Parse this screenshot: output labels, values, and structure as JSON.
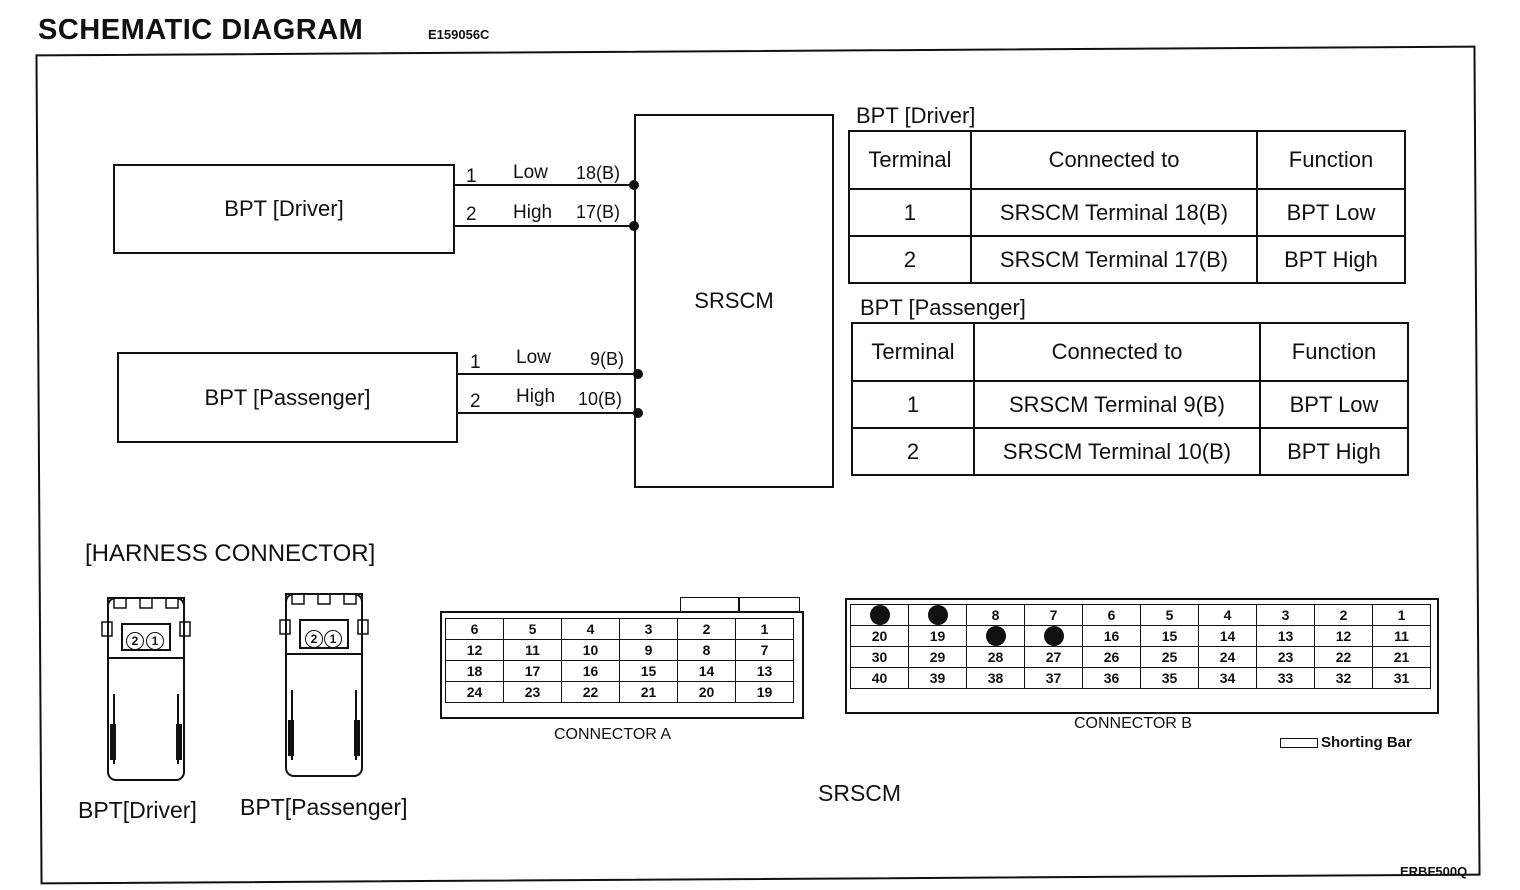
{
  "header": {
    "title": "SCHEMATIC DIAGRAM",
    "code": "E159056C"
  },
  "schematic": {
    "srscm_label": "SRSCM",
    "driver": {
      "label": "BPT [Driver]",
      "wires": [
        {
          "pin": "1",
          "signal": "Low",
          "terminal": "18(B)"
        },
        {
          "pin": "2",
          "signal": "High",
          "terminal": "17(B)"
        }
      ]
    },
    "passenger": {
      "label": "BPT [Passenger]",
      "wires": [
        {
          "pin": "1",
          "signal": "Low",
          "terminal": "9(B)"
        },
        {
          "pin": "2",
          "signal": "High",
          "terminal": "10(B)"
        }
      ]
    }
  },
  "tables": {
    "driver": {
      "title": "BPT [Driver]",
      "headers": [
        "Terminal",
        "Connected to",
        "Function"
      ],
      "rows": [
        [
          "1",
          "SRSCM Terminal 18(B)",
          "BPT Low"
        ],
        [
          "2",
          "SRSCM Terminal 17(B)",
          "BPT High"
        ]
      ]
    },
    "passenger": {
      "title": "BPT [Passenger]",
      "headers": [
        "Terminal",
        "Connected to",
        "Function"
      ],
      "rows": [
        [
          "1",
          "SRSCM Terminal 9(B)",
          "BPT Low"
        ],
        [
          "2",
          "SRSCM Terminal 10(B)",
          "BPT High"
        ]
      ]
    }
  },
  "harness": {
    "title": "[HARNESS CONNECTOR]",
    "bpt_driver": {
      "caption": "BPT[Driver]",
      "pins": [
        "2",
        "1"
      ]
    },
    "bpt_passenger": {
      "caption": "BPT[Passenger]",
      "pins": [
        "2",
        "1"
      ]
    },
    "connector_a": {
      "label": "CONNECTOR A",
      "rows": [
        [
          "6",
          "5",
          "4",
          "3",
          "2",
          "1"
        ],
        [
          "12",
          "11",
          "10",
          "9",
          "8",
          "7"
        ],
        [
          "18",
          "17",
          "16",
          "15",
          "14",
          "13"
        ],
        [
          "24",
          "23",
          "22",
          "21",
          "20",
          "19"
        ]
      ]
    },
    "connector_b": {
      "label": "CONNECTOR B",
      "rows": [
        [
          "",
          "",
          "8",
          "7",
          "6",
          "5",
          "4",
          "3",
          "2",
          "1"
        ],
        [
          "20",
          "19",
          "",
          "",
          "16",
          "15",
          "14",
          "13",
          "12",
          "11"
        ],
        [
          "30",
          "29",
          "28",
          "27",
          "26",
          "25",
          "24",
          "23",
          "22",
          "21"
        ],
        [
          "40",
          "39",
          "38",
          "37",
          "36",
          "35",
          "34",
          "33",
          "32",
          "31"
        ]
      ],
      "filled_positions": [
        "10",
        "9",
        "18",
        "17"
      ]
    },
    "shorting_bar": "Shorting Bar",
    "srscm_caption": "SRSCM"
  },
  "footer": {
    "code": "ERBF500Q"
  }
}
